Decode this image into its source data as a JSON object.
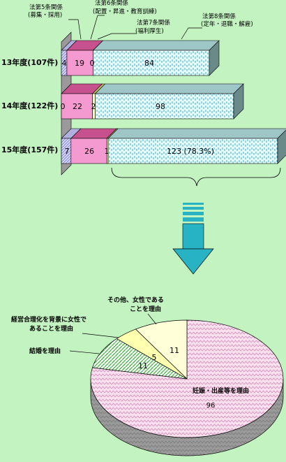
{
  "chart_data": [
    {
      "type": "bar",
      "stacked": true,
      "orientation": "horizontal",
      "categories": [
        "13年度(107件)",
        "14年度(122件)",
        "15年度(157件)"
      ],
      "series": [
        {
          "name": "法第5条関係(募集・採用)",
          "values": [
            4,
            0,
            7
          ],
          "color": "#c9c9f0"
        },
        {
          "name": "法第6条関係(配置・昇進・教育訓練)",
          "values": [
            19,
            22,
            26
          ],
          "color": "#f59ad0"
        },
        {
          "name": "法第7条関係(福利厚生)",
          "values": [
            0,
            2,
            1
          ],
          "color": "#ffffb0"
        },
        {
          "name": "法第8条関係(定年・退職・解雇)",
          "values": [
            84,
            98,
            123
          ],
          "color": "#e8ffff"
        }
      ],
      "legend_texts": [
        {
          "line1": "法第5条関係",
          "line2": "(募集・採用)"
        },
        {
          "line1": "法第6条関係",
          "line2": "(配置・昇進・教育訓練)"
        },
        {
          "line1": "法第7条関係",
          "line2": "(福利厚生)"
        },
        {
          "line1": "法第8条関係",
          "line2": "(定年・退職・解雇)"
        }
      ],
      "value_labels": [
        [
          "4",
          "19",
          "0",
          "84"
        ],
        [
          "0",
          "22",
          "2",
          "98"
        ],
        [
          "7",
          "26",
          "1",
          "123 (78.3%)"
        ]
      ],
      "legend_placement": "top-callouts"
    },
    {
      "type": "pie",
      "three_d": true,
      "slices": [
        {
          "label": "妊娠・出産等を理由",
          "value": 96,
          "color": "#fbe0ef",
          "pattern": "zigzag"
        },
        {
          "label": "結婚を理由",
          "value": 11,
          "color": "#ffffff",
          "pattern": "diag"
        },
        {
          "label": "経営合理化を背景に女性であることを理由",
          "value": 5,
          "color": "#ffffb0",
          "pattern": "none"
        },
        {
          "label": "その他、女性であることを理由",
          "value": 11,
          "color": "#ffffd8",
          "pattern": "none"
        }
      ],
      "callouts": {
        "ninshin": "妊娠・出産等を理由",
        "kekkon": "結婚を理由",
        "keiei_1": "経営合理化を背景に女性で",
        "keiei_2": "あることを理由",
        "sonota_1": "その他、女性である",
        "sonota_2": "ことを理由"
      }
    }
  ]
}
